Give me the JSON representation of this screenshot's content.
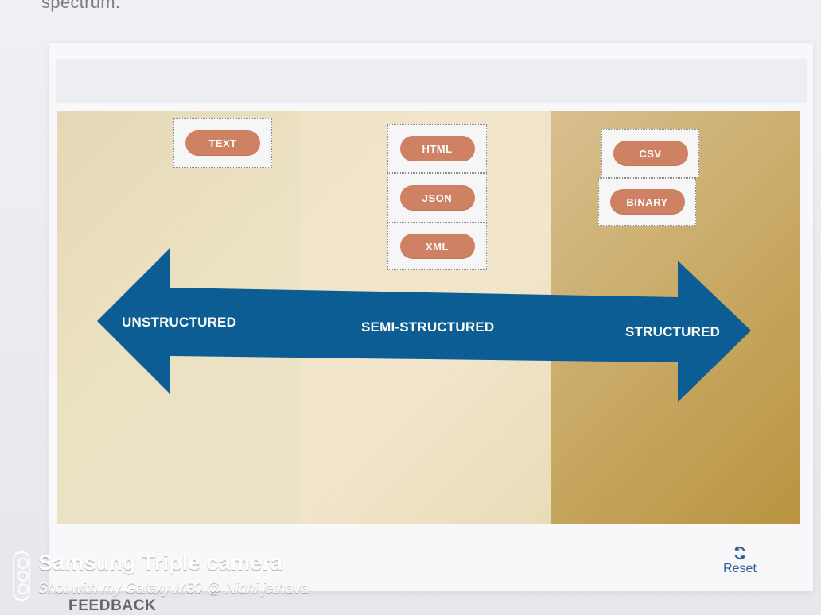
{
  "page": {
    "top_text": "spectrum.",
    "feedback_label": "FEEDBACK",
    "reset_label": "Reset"
  },
  "activity": {
    "zones": [
      {
        "label": "UNSTRUCTURED",
        "tiles": [
          "TEXT"
        ]
      },
      {
        "label": "SEMI-STRUCTURED",
        "tiles": [
          "HTML",
          "JSON",
          "XML"
        ]
      },
      {
        "label": "STRUCTURED",
        "tiles": [
          "CSV",
          "BINARY"
        ]
      }
    ]
  },
  "watermark": {
    "title": "Samsung Triple camera",
    "subtitle": "Shot with my Galaxy M30 @ Nidhi jethava"
  },
  "icons": {
    "reset": "refresh-icon",
    "camera": "camera-icon"
  },
  "colors": {
    "arrow": "#0c5d94",
    "pill": "#cf8163",
    "reset": "#2f5f9b"
  }
}
